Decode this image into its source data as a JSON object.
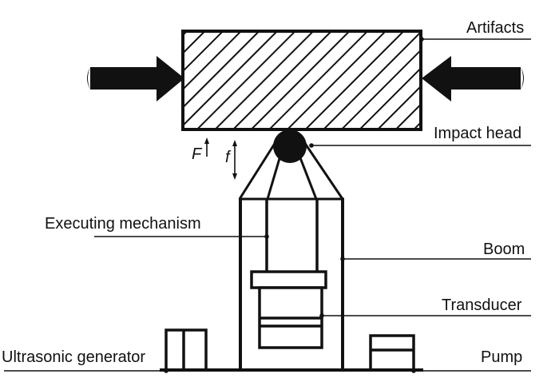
{
  "labels": {
    "artifacts": "Artifacts",
    "impact_head": "Impact head",
    "executing_mechanism": "Executing mechanism",
    "boom": "Boom",
    "transducer": "Transducer",
    "ultrasonic_generator": "Ultrasonic generator",
    "pump": "Pump",
    "force_symbol": "F",
    "frequency_symbol": "f"
  },
  "colors": {
    "ink": "#111111",
    "background": "#ffffff"
  }
}
